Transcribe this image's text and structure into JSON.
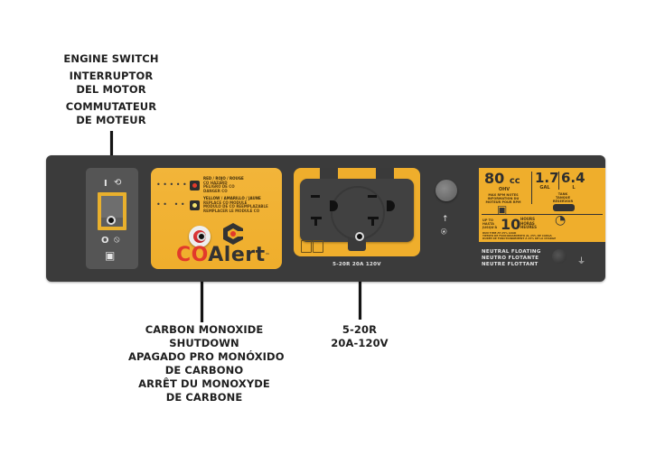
{
  "callouts": {
    "engine_switch": [
      "ENGINE SWITCH",
      "INTERRUPTOR",
      "DEL MOTOR",
      "COMMUTATEUR",
      "DE MOTEUR"
    ],
    "co_shutdown": [
      "CARBON MONOXIDE",
      "SHUTDOWN",
      "APAGADO PRO MONÓXIDO",
      "DE CARBONO",
      "ARRÊT DU MONOXYDE",
      "DE CARBONE"
    ],
    "outlet": [
      "5-20R",
      "20A-120V"
    ]
  },
  "switch": {
    "on_symbol": "I",
    "off_symbol": "O"
  },
  "co_alert": {
    "red_heading": "RED / ROJO / ROUGE",
    "red_lines": [
      "CO HAZARD",
      "PELIGRO DE CO",
      "DANGER CO"
    ],
    "yellow_heading": "YELLOW / AMARILLO / JAUNE",
    "yellow_lines": [
      "REPLACE CO MODULE",
      "MODULO DE CO REEMPLAZABLE",
      "REMPLACER LE MODULE CO"
    ],
    "red_dots": "• • • • •",
    "yellow_dots": "• •   • •",
    "logo_co": "CO",
    "logo_alert": "Alert",
    "trademark": "™",
    "colors": {
      "red": "#e23a2b",
      "yellow": "#efae2c",
      "dark": "#333333"
    }
  },
  "outlet": {
    "rating": "5-20R 20A 120V"
  },
  "info": {
    "displacement": "80",
    "displacement_unit": "cc",
    "engine_type": "OHV",
    "tank_gal": "1.7",
    "tank_gal_unit": "GAL",
    "tank_l": "6.4",
    "tank_l_unit": "L",
    "tank_label": [
      "TANK",
      "TANQUE",
      "RÉSERVOIR"
    ],
    "engine_notes": [
      "MAX RPM NOTES",
      "INFORMATION DU",
      "MOTEUR POUR RPM"
    ],
    "runtime": "10",
    "runtime_prefix": [
      "UP TO",
      "HASTA",
      "JUSQU'À"
    ],
    "runtime_units": [
      "HOURS",
      "HORAS",
      "HEURES"
    ],
    "runtime_footnote": [
      "RUN TIME AT 25% LOAD",
      "TIEMPO DE FUNCIONAMIENTO AL 25% DE CARGA",
      "DURÉE DE FONCTIONNEMENT À 25% DE LA CHARGE"
    ]
  },
  "neutral": [
    "NEUTRAL FLOATING",
    "NEUTRO FLOTANTE",
    "NEUTRE FLOTTANT"
  ]
}
